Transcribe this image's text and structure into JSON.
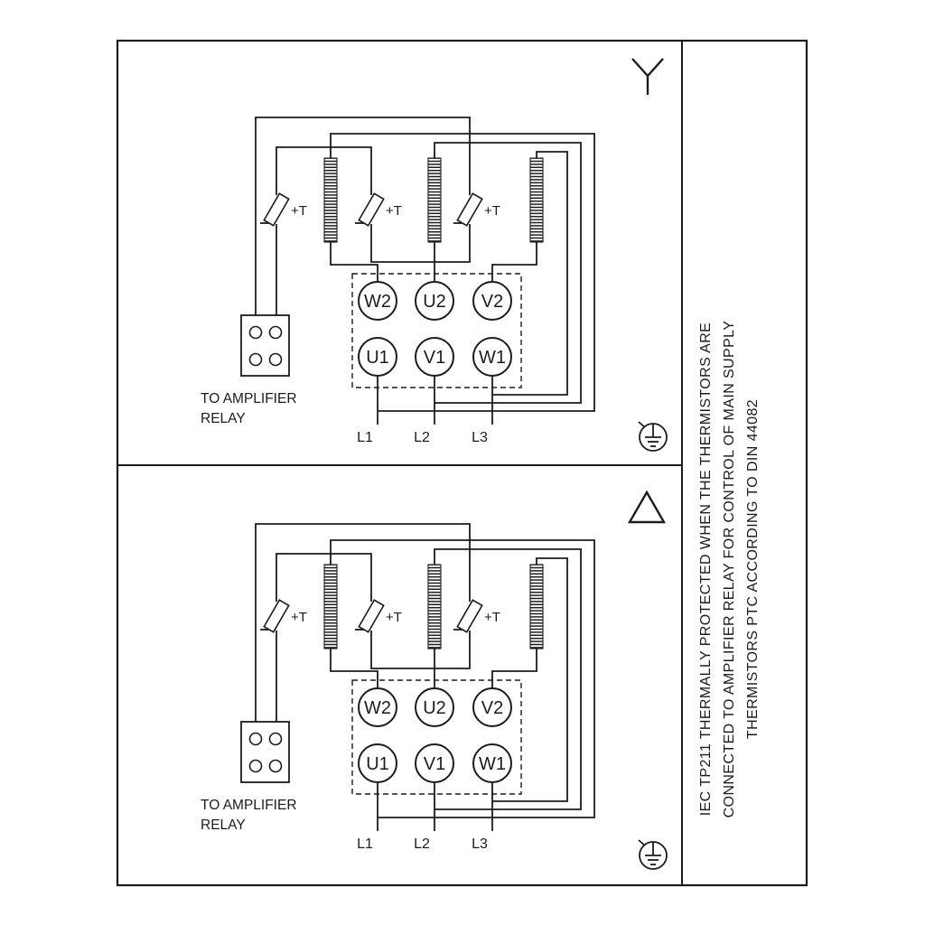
{
  "drawing": {
    "background": "#ffffff",
    "line_color": "#1c1c1c"
  },
  "labels": {
    "thermistor": "+T",
    "relay_line1": "TO AMPLIFIER",
    "relay_line2": "RELAY"
  },
  "terminals": {
    "top_row": [
      "W2",
      "U2",
      "V2"
    ],
    "bottom_row": [
      "U1",
      "V1",
      "W1"
    ]
  },
  "supply": [
    "L1",
    "L2",
    "L3"
  ],
  "panels": [
    {
      "name": "star-connection",
      "symbol": "wye"
    },
    {
      "name": "delta-connection",
      "symbol": "delta"
    }
  ],
  "note": {
    "lines": [
      "IEC TP211 THERMALLY PROTECTED WHEN THE THERMISTORS ARE",
      "CONNECTED TO AMPLIFIER RELAY FOR CONTROL OF MAIN SUPPLY",
      "THERMISTORS PTC ACCORDING TO DIN 44082"
    ]
  }
}
